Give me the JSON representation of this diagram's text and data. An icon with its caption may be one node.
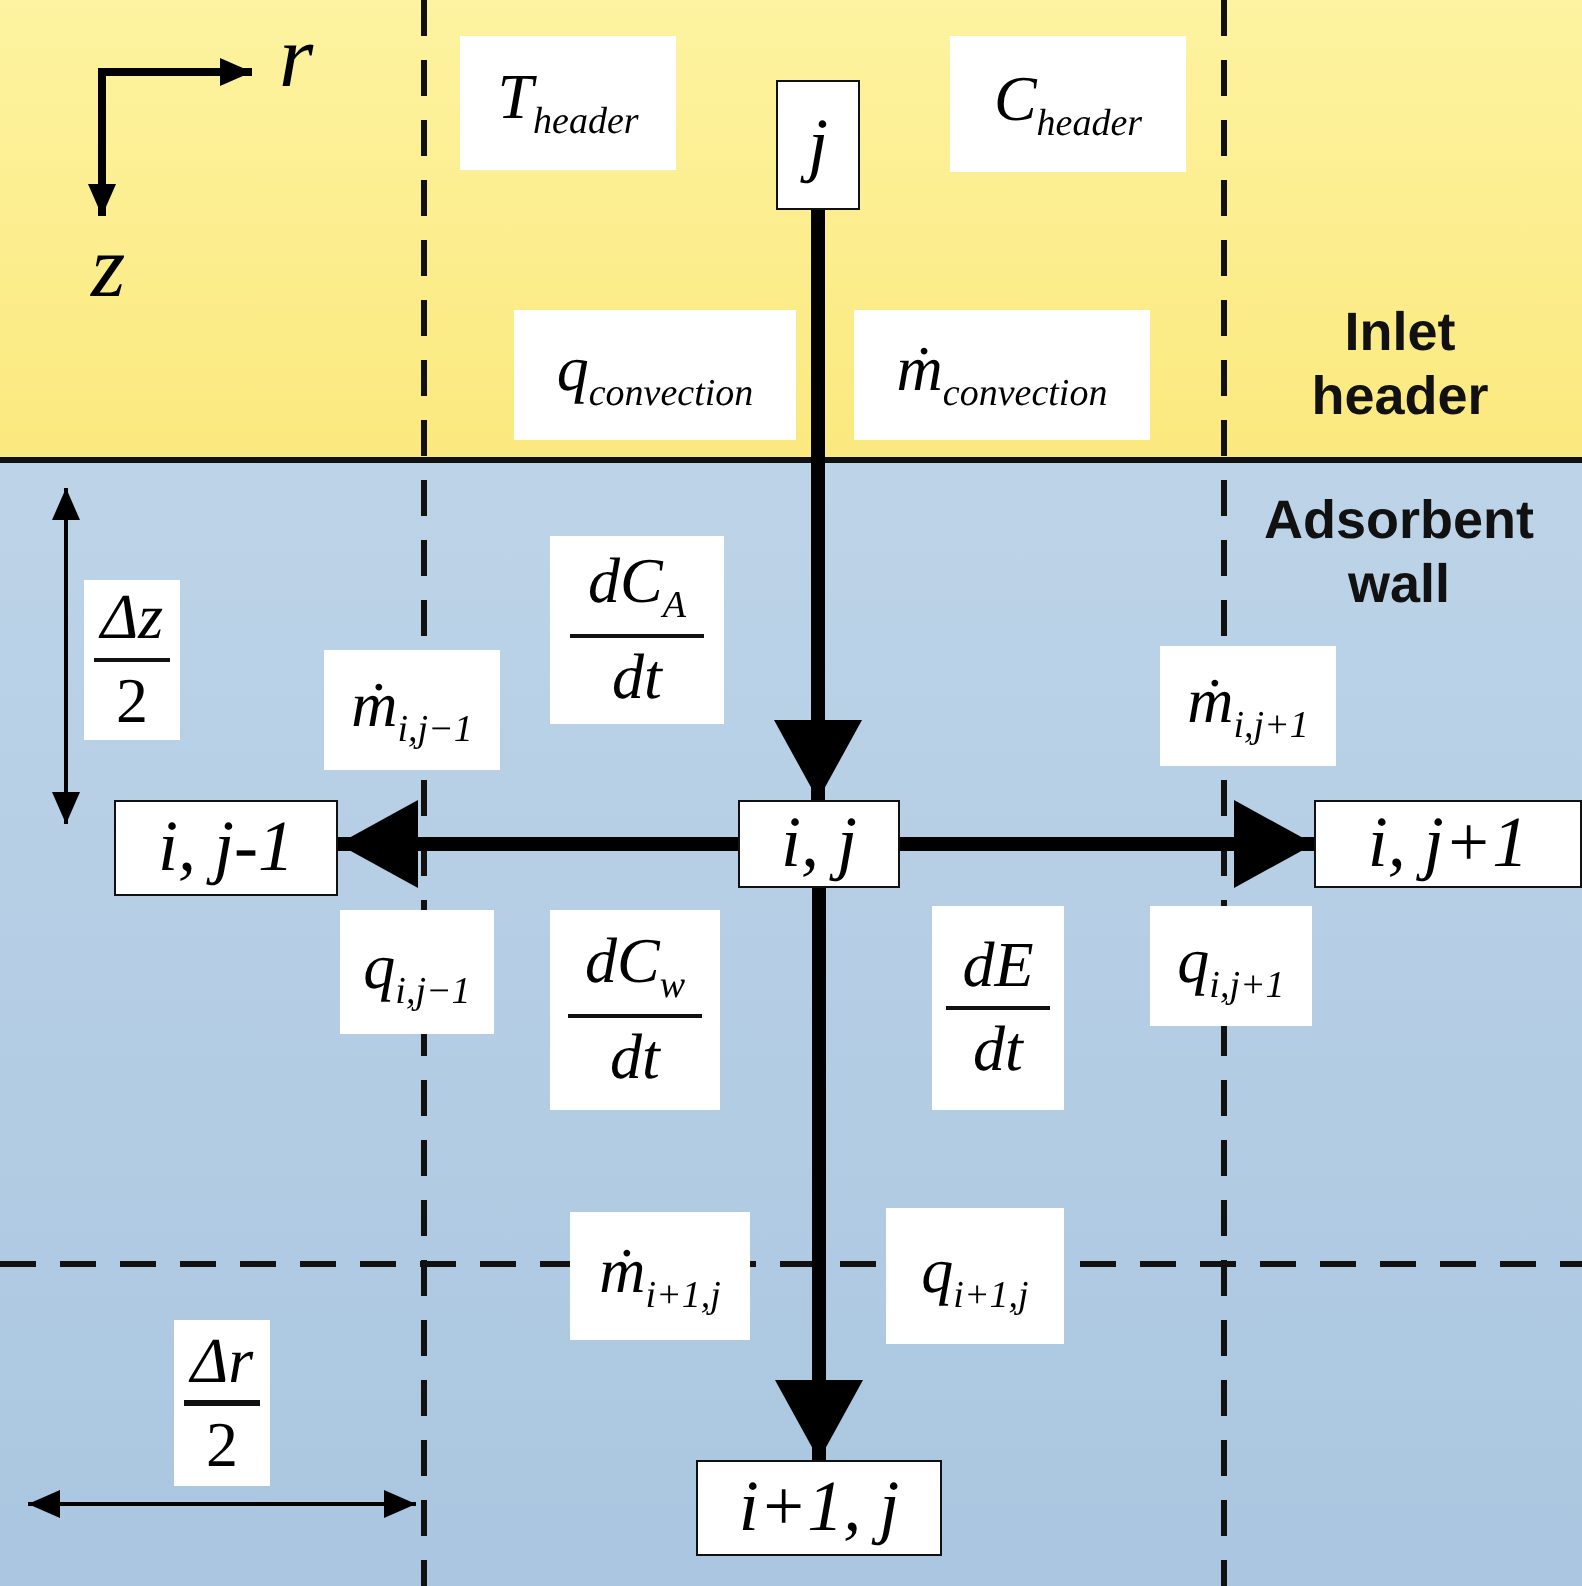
{
  "diagram": {
    "nodes": [
      {
        "text": [
          "Inlet header"
        ]
      },
      {
        "text": [
          "j"
        ],
        "in": 0
      },
      {
        "text": [
          "Adsorbent wall"
        ]
      },
      {
        "text": [
          "i, j-1"
        ],
        "in": 2
      },
      {
        "text": [
          "i, j"
        ],
        "in": 2
      },
      {
        "text": [
          "i, j+1"
        ],
        "in": 2
      },
      {
        "text": [
          "i+1, j"
        ],
        "in": 2
      }
    ],
    "edges": [
      {
        "from": 1,
        "to": 4,
        "arrow": "to"
      },
      {
        "from": 4,
        "to": 3,
        "arrow": "to"
      },
      {
        "from": 4,
        "to": 5,
        "arrow": "to"
      },
      {
        "from": 4,
        "to": 6,
        "arrow": "to"
      }
    ],
    "labels": [
      "*r*",
      "*T*$_{header}$",
      "*C*$_{header}$",
      "*z*",
      "*q*$_{convection}$",
      "*ṁ*$_{convection}$",
      "*dC*$_{A}$",
      "*dt*",
      "*Δz*",
      "2",
      "*ṁ*$_{i,j−1}$",
      "*ṁ*$_{i,j+1}$",
      "*q*$_{i,j−1}$",
      "*dC*$_{w}$",
      "*dt*",
      "*dE*",
      "*dt*",
      "*q*$_{i,j+1}$",
      "*ṁ*$_{i+1,j}$",
      "*q*$_{i+1,j}$",
      "*Δr*",
      "2"
    ]
  }
}
